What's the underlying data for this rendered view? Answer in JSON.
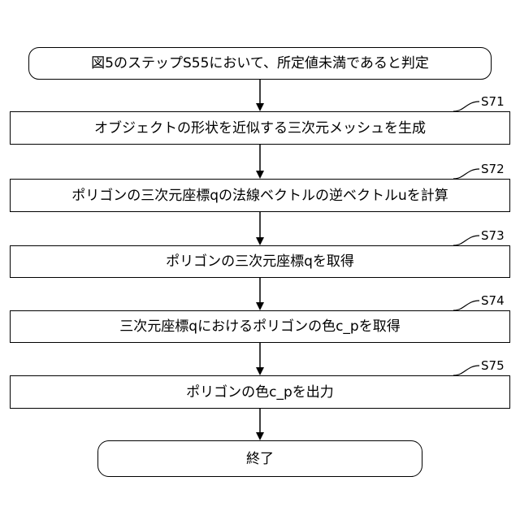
{
  "colors": {
    "stroke": "#000000",
    "background": "#ffffff",
    "text": "#000000"
  },
  "start": {
    "label": "図5のステップS55において、所定値未満であると判定"
  },
  "steps": [
    {
      "id": "S71",
      "label": "オブジェクトの形状を近似する三次元メッシュを生成"
    },
    {
      "id": "S72",
      "label": "ポリゴンの三次元座標qの法線ベクトルの逆ベクトルuを計算"
    },
    {
      "id": "S73",
      "label": "ポリゴンの三次元座標qを取得"
    },
    {
      "id": "S74",
      "label": "三次元座標qにおけるポリゴンの色c_pを取得"
    },
    {
      "id": "S75",
      "label": "ポリゴンの色c_pを出力"
    }
  ],
  "end": {
    "label": "終了"
  }
}
